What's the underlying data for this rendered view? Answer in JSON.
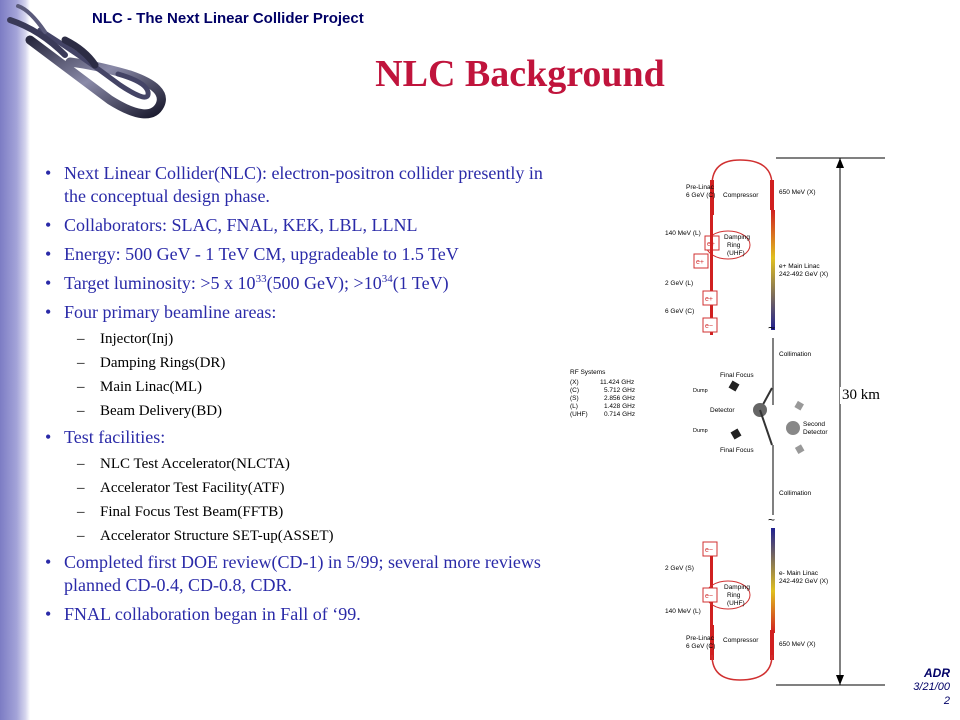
{
  "header": {
    "project_title": "NLC - The Next Linear Collider Project",
    "slide_title": "NLC Background"
  },
  "bullets": [
    {
      "level": 1,
      "text": "Next Linear Collider(NLC): electron-positron collider presently in the conceptual design phase."
    },
    {
      "level": 1,
      "text": "Collaborators: SLAC, FNAL, KEK, LBL, LLNL"
    },
    {
      "level": 1,
      "text": "Energy: 500 GeV - 1 TeV CM, upgradeable to 1.5 TeV"
    },
    {
      "level": 1,
      "lum": {
        "pre": "Target luminosity: >5 x 10",
        "exp1": "33",
        "mid": "(500 GeV); >10",
        "exp2": "34",
        "post": "(1 TeV)"
      }
    },
    {
      "level": 1,
      "text": "Four primary beamline areas:"
    },
    {
      "level": 2,
      "text": "Injector(Inj)"
    },
    {
      "level": 2,
      "text": "Damping Rings(DR)"
    },
    {
      "level": 2,
      "text": "Main Linac(ML)"
    },
    {
      "level": 2,
      "text": "Beam Delivery(BD)"
    },
    {
      "level": 1,
      "text": "Test facilities:"
    },
    {
      "level": 2,
      "text": "NLC Test Accelerator(NLCTA)"
    },
    {
      "level": 2,
      "text": "Accelerator Test Facility(ATF)"
    },
    {
      "level": 2,
      "text": "Final Focus Test Beam(FFTB)"
    },
    {
      "level": 2,
      "text": "Accelerator Structure SET-up(ASSET)"
    },
    {
      "level": 1,
      "text": "Completed first DOE review(CD-1) in 5/99; several more reviews planned CD-0.4, CD-0.8, CDR."
    },
    {
      "level": 1,
      "text": "FNAL collaboration began  in Fall of ‘99."
    }
  ],
  "diagram": {
    "length_label": "30 km",
    "top": {
      "pre_linac": "Pre-Linac",
      "pre_linac_energy": "6 GeV (C)",
      "compressor": "Compressor",
      "energy_650": "650 MeV (X)",
      "energy_140": "140 MeV (L)",
      "damping_ring": [
        "Damping",
        "Ring",
        "(UHF)"
      ],
      "energy_2gev": "2 GeV (L)",
      "energy_6gev": "6 GeV (C)",
      "main_linac": "e+ Main Linac",
      "main_linac_energy": "242-492 GeV (X)",
      "collimation": "Collimation",
      "e_plus": "e+",
      "e_minus": "e−"
    },
    "center": {
      "final_focus_top": "Final Focus",
      "final_focus_bottom": "Final Focus",
      "dump_top": "Dump",
      "dump_bottom": "Dump",
      "detector": "Detector",
      "second_detector": [
        "Second",
        "Detector"
      ]
    },
    "rf_systems": {
      "title": "RF Systems",
      "bands": [
        {
          "band": "(X)",
          "freq": "11.424 GHz"
        },
        {
          "band": "(C)",
          "freq": "5.712 GHz"
        },
        {
          "band": "(S)",
          "freq": "2.856 GHz"
        },
        {
          "band": "(L)",
          "freq": "1.428 GHz"
        },
        {
          "band": "(UHF)",
          "freq": "0.714 GHz"
        }
      ]
    },
    "bottom": {
      "collimation": "Collimation",
      "energy_2gev_s": "2 GeV (S)",
      "damping_ring": [
        "Damping",
        "Ring",
        "(UHF)"
      ],
      "energy_140": "140 MeV (L)",
      "main_linac": "e- Main Linac",
      "main_linac_energy": "242-492 GeV (X)",
      "pre_linac": "Pre-Linac",
      "pre_linac_energy": "6 GeV (C)",
      "compressor": "Compressor",
      "energy_650": "650 MeV (X)",
      "e_minus": "e−"
    }
  },
  "footer": {
    "author": "ADR",
    "date": "3/21/00",
    "page": "2"
  },
  "colors": {
    "title": "#c0143c",
    "bullet_text": "#2a2aa8",
    "header_text": "#000066",
    "ring": "#d03030"
  }
}
